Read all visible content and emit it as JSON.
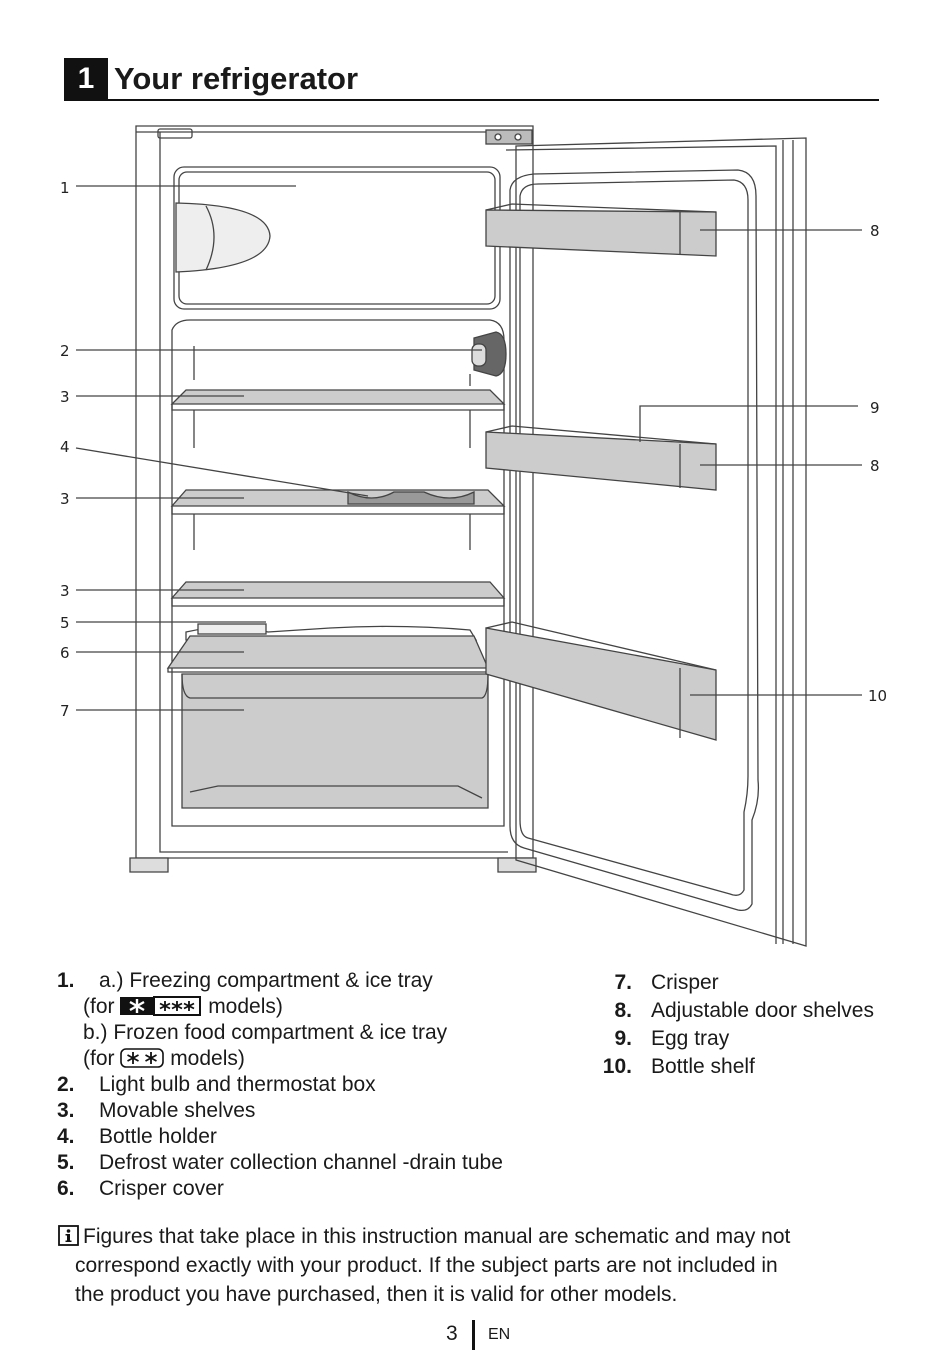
{
  "header": {
    "section_number": "1",
    "title": "Your refrigerator"
  },
  "diagram": {
    "callouts_left": [
      "1",
      "2",
      "3",
      "4",
      "3",
      "3",
      "5",
      "6",
      "7"
    ],
    "callouts_right": [
      "8",
      "9",
      "8",
      "10"
    ]
  },
  "legend": {
    "item1": {
      "number": "1.",
      "line_a": "a.) Freezing compartment & ice tray",
      "line_a2_pre": "(for",
      "line_a2_post": "models)",
      "line_b": "b.) Frozen  food compartment & ice tray",
      "line_b2_pre": "(for",
      "line_b2_post": "models)"
    },
    "items_left": [
      {
        "number": "2.",
        "label": "Light bulb and thermostat box"
      },
      {
        "number": "3.",
        "label": "Movable shelves"
      },
      {
        "number": "4.",
        "label": "Bottle holder"
      },
      {
        "number": "5.",
        "label": "Defrost water collection channel -drain tube"
      },
      {
        "number": "6.",
        "label": "Crisper cover"
      }
    ],
    "items_right": [
      {
        "number": "7.",
        "label": "Crisper"
      },
      {
        "number": "8.",
        "label": "Adjustable door shelves"
      },
      {
        "number": "9.",
        "label": "Egg tray"
      },
      {
        "number": "10.",
        "label": "Bottle shelf"
      }
    ]
  },
  "note": {
    "icon": "info-icon",
    "line1": "Figures that take place in this instruction manual are schematic and may not",
    "line2": "correspond exactly with your product. If the subject parts are not included in",
    "line3": "the product you have purchased, then it is valid for other models."
  },
  "footer": {
    "page_number": "3",
    "language": "EN"
  }
}
